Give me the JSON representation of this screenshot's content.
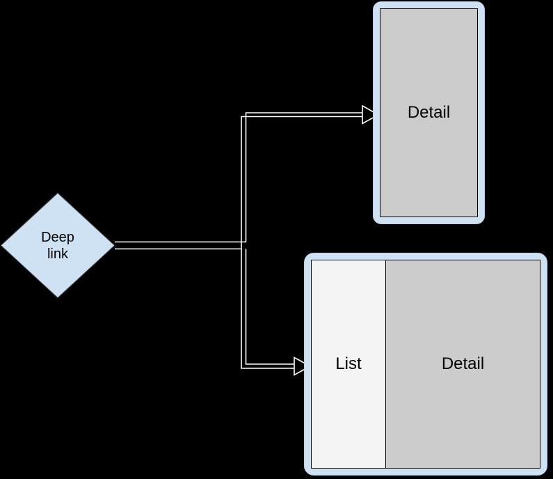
{
  "diagram": {
    "background_color": "#000000",
    "edge_stroke_color": "#ffffff",
    "node_fill_color": "#cfe2f3",
    "screen_fill_color": "#cccccc",
    "list_pane_fill_color": "#f4f4f4",
    "source_node": {
      "name": "deep-link",
      "shape": "diamond",
      "label_line_1": "Deep",
      "label_line_2": "link"
    },
    "targets": [
      {
        "name": "phone-detail",
        "shape": "phone-frame",
        "panes": [
          {
            "name": "detail",
            "label": "Detail"
          }
        ]
      },
      {
        "name": "tablet-list-detail",
        "shape": "tablet-frame",
        "panes": [
          {
            "name": "list",
            "label": "List"
          },
          {
            "name": "detail",
            "label": "Detail"
          }
        ]
      }
    ],
    "edges": [
      {
        "name": "deep-link-to-phone-detail",
        "from": "deep-link",
        "to": "phone-detail",
        "arrowhead": "open-outline"
      },
      {
        "name": "deep-link-to-tablet-list-detail",
        "from": "deep-link",
        "to": "tablet-list-detail",
        "arrowhead": "open-outline"
      }
    ]
  }
}
